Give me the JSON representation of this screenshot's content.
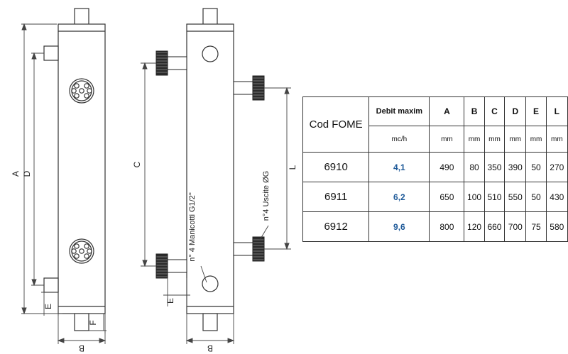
{
  "dimension_labels": {
    "A": "A",
    "D": "D",
    "F": "F",
    "E": "E",
    "B": "B",
    "C": "C",
    "L": "L"
  },
  "annotations": {
    "connections": "n° 4 Manicotti G1/2\"",
    "outlets": "n°4 Uscite ØG"
  },
  "table": {
    "code_header": "Cod FOME",
    "flow_header": "Debit maxim",
    "flow_unit": "mc/h",
    "columns": [
      "A",
      "B",
      "C",
      "D",
      "E",
      "L"
    ],
    "column_unit": "mm",
    "rows": [
      {
        "code": "6910",
        "flow": "4,1",
        "values": [
          "490",
          "80",
          "350",
          "390",
          "50",
          "270"
        ]
      },
      {
        "code": "6911",
        "flow": "6,2",
        "values": [
          "650",
          "100",
          "510",
          "550",
          "50",
          "430"
        ]
      },
      {
        "code": "6912",
        "flow": "9,6",
        "values": [
          "800",
          "120",
          "660",
          "700",
          "75",
          "580"
        ]
      }
    ]
  }
}
